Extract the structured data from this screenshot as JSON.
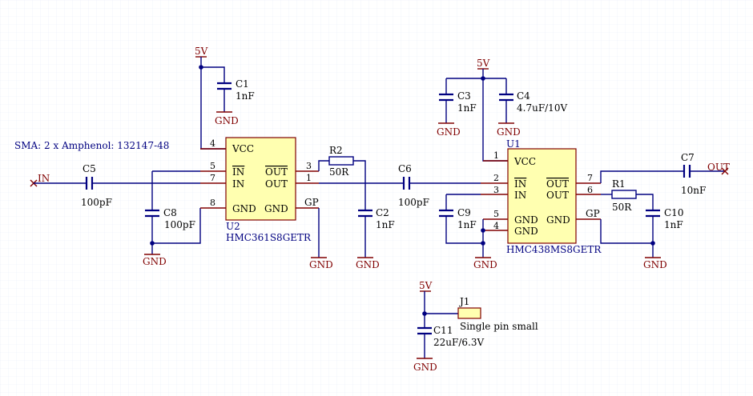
{
  "colors": {
    "wire": "#000080",
    "component": "#800000",
    "ic_fill": "#ffffb0",
    "grid": "#e8ecf8",
    "text": "#000000",
    "label": "#000080"
  },
  "note": "SMA: 2 x Amphenol: 132147-48",
  "ports": {
    "in": "IN",
    "out": "OUT"
  },
  "power": {
    "vcc": "5V",
    "gnd": "GND"
  },
  "capacitors": {
    "c1": {
      "ref": "C1",
      "value": "1nF"
    },
    "c2": {
      "ref": "C2",
      "value": "1nF"
    },
    "c3": {
      "ref": "C3",
      "value": "1nF"
    },
    "c4": {
      "ref": "C4",
      "value": "4.7uF/10V"
    },
    "c5": {
      "ref": "C5",
      "value": "100pF"
    },
    "c6": {
      "ref": "C6",
      "value": "100pF"
    },
    "c7": {
      "ref": "C7",
      "value": "10nF"
    },
    "c8": {
      "ref": "C8",
      "value": "100pF"
    },
    "c9": {
      "ref": "C9",
      "value": "1nF"
    },
    "c10": {
      "ref": "C10",
      "value": "1nF"
    },
    "c11": {
      "ref": "C11",
      "value": "22uF/6.3V"
    }
  },
  "resistors": {
    "r1": {
      "ref": "R1",
      "value": "50R"
    },
    "r2": {
      "ref": "R2",
      "value": "50R"
    }
  },
  "u1": {
    "ref": "U1",
    "part": "HMC438MS8GETR",
    "pins": {
      "vcc": "VCC",
      "in1": "IN",
      "in2": "IN",
      "out1": "OUT",
      "out2": "OUT",
      "gnd1": "GND",
      "gnd2": "GND",
      "gnd3": "GND",
      "gp": "GP"
    },
    "nums": {
      "p1": "1",
      "p2": "2",
      "p3": "3",
      "p4": "4",
      "p5": "5",
      "p6": "6",
      "p7": "7"
    }
  },
  "u2": {
    "ref": "U2",
    "part": "HMC361S8GETR",
    "pins": {
      "vcc": "VCC",
      "in1": "IN",
      "in2": "IN",
      "out1": "OUT",
      "out2": "OUT",
      "gnd1": "GND",
      "gnd2": "GND",
      "gp": "GP"
    },
    "nums": {
      "p1": "1",
      "p3": "3",
      "p4": "4",
      "p5": "5",
      "p7": "7",
      "p8": "8"
    }
  },
  "j1": {
    "ref": "J1",
    "part": "Single pin small"
  }
}
